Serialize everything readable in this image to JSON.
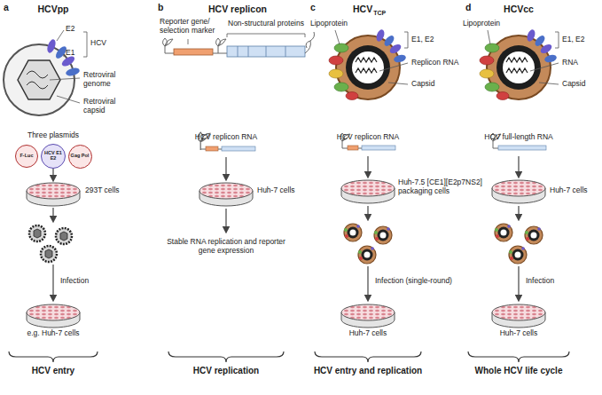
{
  "diagram": {
    "nodes": [
      {
        "text": [
          "F-Luc"
        ]
      },
      {
        "text": [
          "HCV E1 E2"
        ]
      },
      {
        "text": [
          "Gag Pol"
        ]
      }
    ],
    "labels": [
      "a",
      "HCVpp",
      "E2",
      "HCV",
      "E1",
      "Retroviral genome",
      "Retroviral capsid",
      "Three plasmids",
      "293T cells",
      "Infection",
      "e.g. Huh-7 cells",
      "HCV entry",
      "b",
      "HCV replicon",
      "Reporter gene/ selection marker",
      "Non-structural proteins",
      "HCV replicon RNA",
      "Huh-7 cells",
      "Stable RNA replication and reporter gene expression",
      "HCV replication",
      "c",
      "HCV",
      "TCP",
      "Lipoprotein",
      "E1, E2",
      "Replicon RNA",
      "Capsid",
      "HCV replicon RNA",
      "Huh-7.5 [CE1][E2p7NS2] packaging cells",
      "Infection (single-round)",
      "Huh-7 cells",
      "HCV entry and replication",
      "d",
      "HCVcc",
      "Lipoprotein",
      "E1, E2",
      "RNA",
      "Capsid",
      "HCV full-length RNA",
      "Huh-7 cells",
      "Infection",
      "Huh-7 cells",
      "Whole HCV life cycle"
    ]
  }
}
